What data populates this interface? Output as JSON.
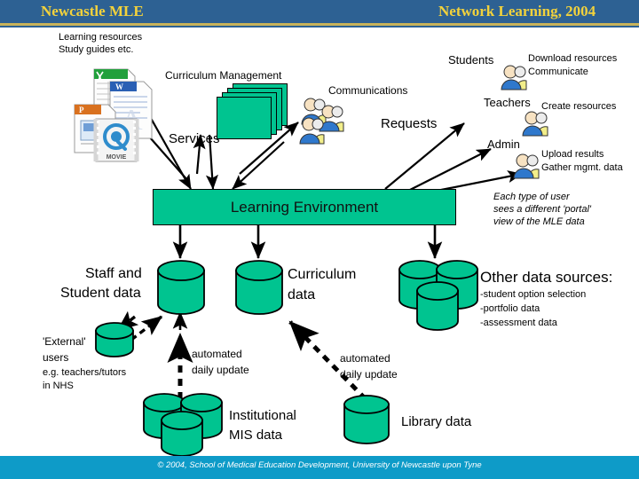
{
  "header": {
    "left_title": "Newcastle MLE",
    "right_title": "Network Learning, 2004",
    "bar_color": "#2d6193",
    "rule_color": "#c8b35a",
    "title_color": "#f2d23c"
  },
  "footer": {
    "text": "© 2004, School of Medical Education Development, University of Newcastle upon Tyne",
    "bar_color": "#0e9bc8",
    "text_color": "#ffffff"
  },
  "palette": {
    "green": "#00c490",
    "green_dark": "#00a578",
    "outline": "#000000"
  },
  "diagram": {
    "resources_label_line1": "Learning resources",
    "resources_label_line2": "Study guides etc.",
    "curriculum_management": "Curriculum Management",
    "services": "Services",
    "communications": "Communications",
    "requests": "Requests",
    "learning_environment": "Learning Environment",
    "portal_note_line1": "Each type of user",
    "portal_note_line2": "sees a different 'portal'",
    "portal_note_line3": "view of the MLE data",
    "external_users_line1": "'External'",
    "external_users_line2": "users",
    "external_users_line3": "e.g. teachers/tutors",
    "external_users_line4": "in NHS",
    "automated_update_left_line1": "automated",
    "automated_update_left_line2": "daily update",
    "automated_update_right_line1": "automated",
    "automated_update_right_line2": "daily update"
  },
  "actors": [
    {
      "name": "Students",
      "actions": [
        "Download resources",
        "Communicate"
      ]
    },
    {
      "name": "Teachers",
      "actions": [
        "Create resources"
      ]
    },
    {
      "name": "Admin",
      "actions": [
        "Upload results",
        "Gather mgmt. data"
      ]
    }
  ],
  "datastores": [
    {
      "id": "staff-student",
      "label_line1": "Staff and",
      "label_line2": "Student data"
    },
    {
      "id": "curriculum",
      "label_line1": "Curriculum",
      "label_line2": "data"
    },
    {
      "id": "other-sources",
      "label_line1": "Other data sources:"
    },
    {
      "id": "institutional-mis",
      "label_line1": "Institutional",
      "label_line2": "MIS data"
    },
    {
      "id": "library",
      "label_line1": "Library data"
    }
  ],
  "other_sources_items": [
    "-student option selection",
    "-portfolio data",
    "-assessment data"
  ],
  "doc_icons": [
    {
      "name": "excel-document-icon",
      "accent": "#21a03c",
      "tag": ""
    },
    {
      "name": "word-document-icon",
      "accent": "#2a5fb4",
      "tag": ""
    },
    {
      "name": "powerpoint-document-icon",
      "accent": "#d9711f",
      "tag": ""
    },
    {
      "name": "quicktime-movie-icon",
      "accent": "#2f8ccc",
      "tag": "MOVIE"
    }
  ]
}
